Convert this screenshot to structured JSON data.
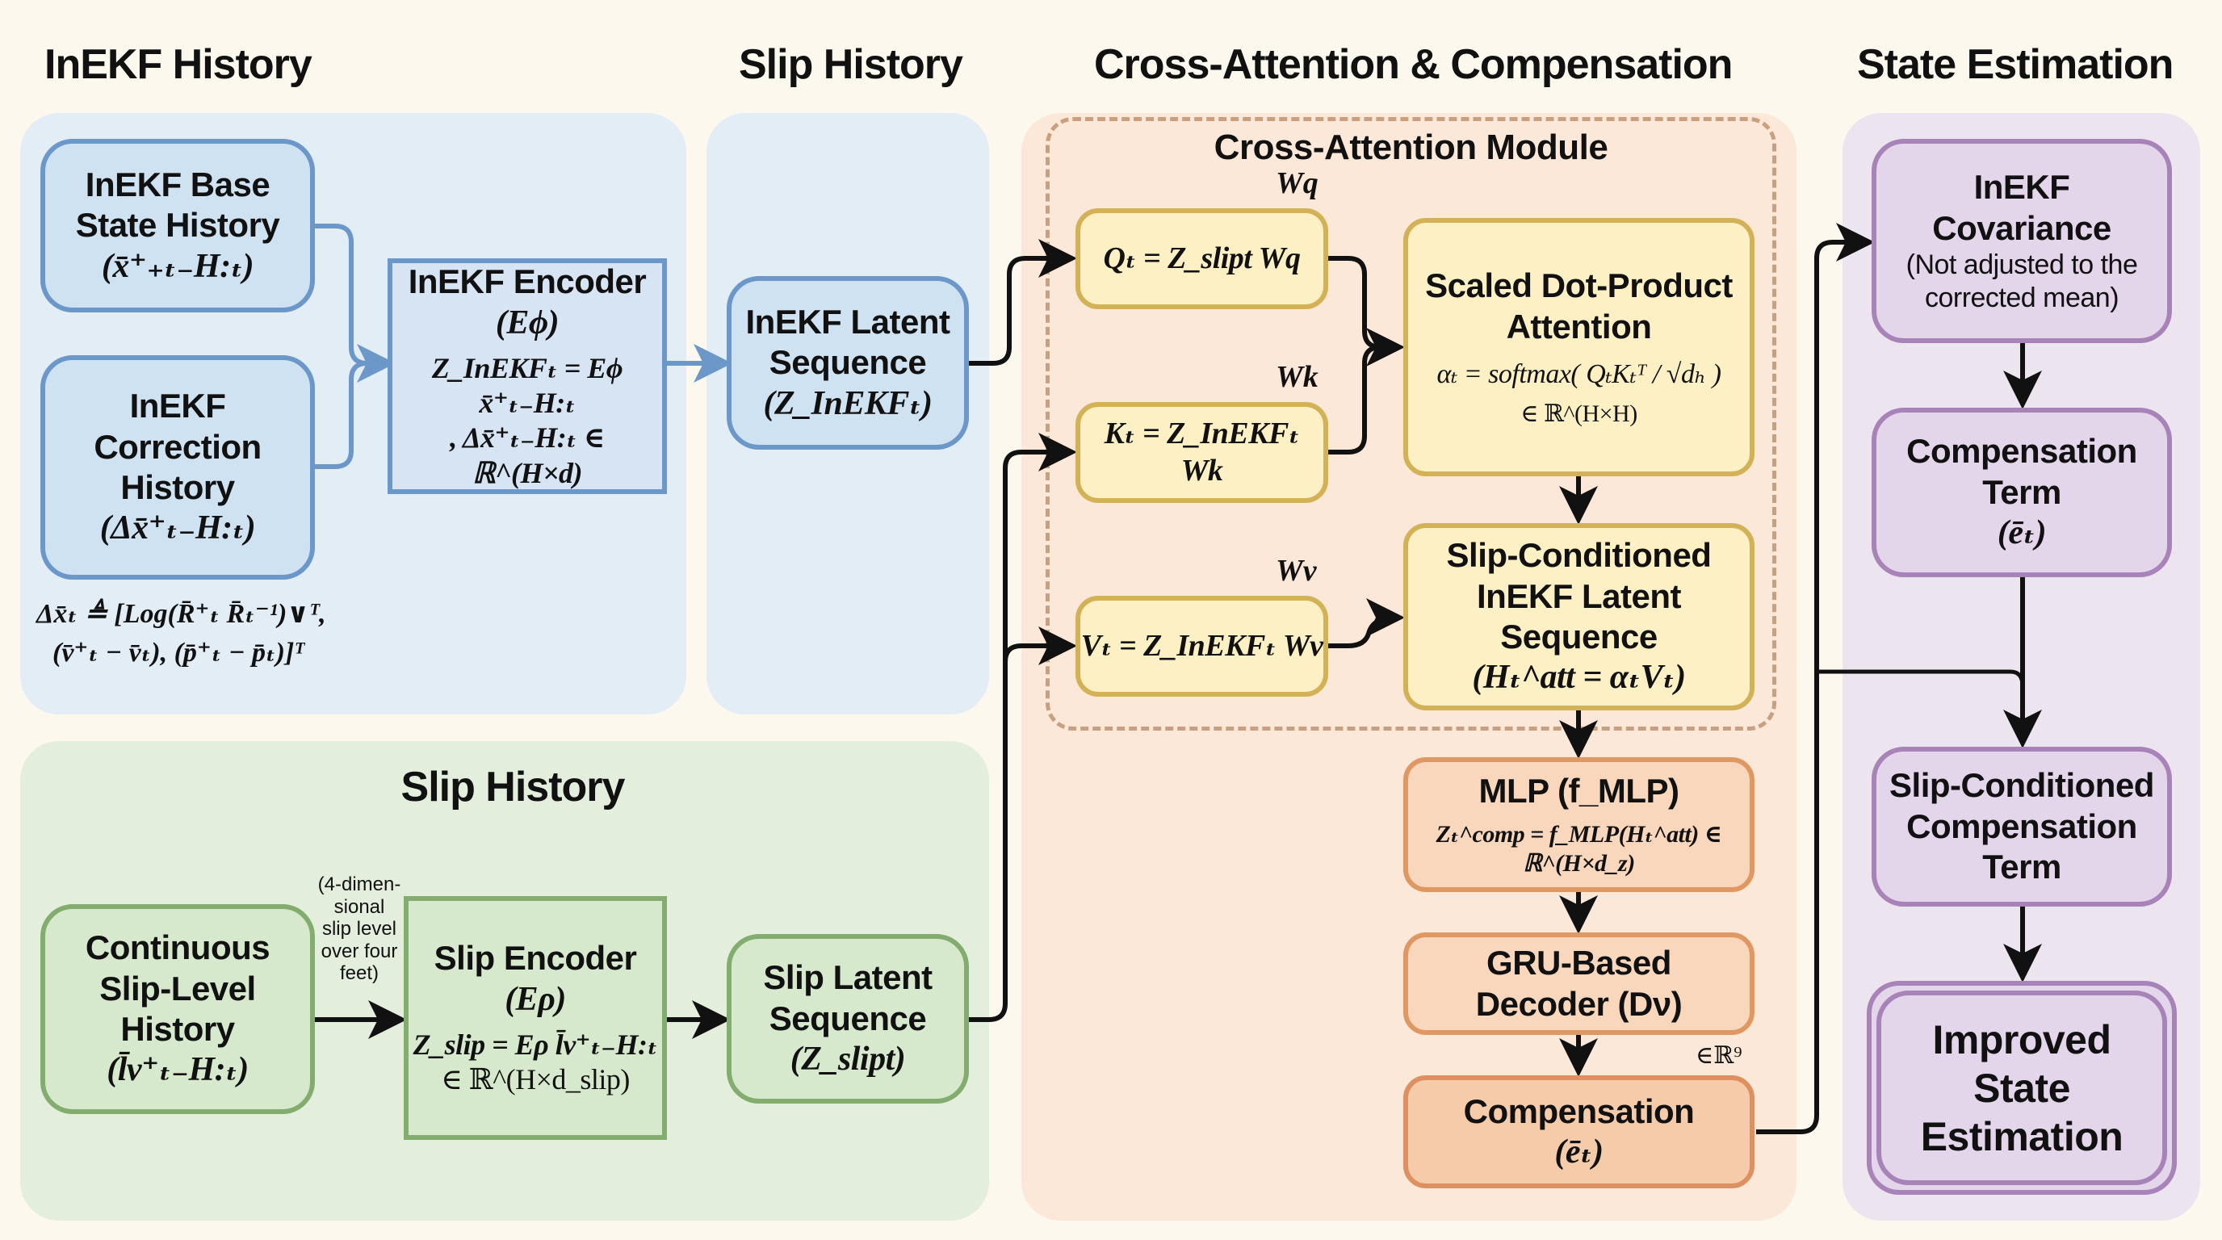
{
  "headers": {
    "inekf_history": "InEKF History",
    "slip_history": "Slip History",
    "cross_attention": "Cross-Attention & Compensation",
    "state_estimation": "State Estimation"
  },
  "inekf": {
    "base_state": {
      "line1": "InEKF Base",
      "line2": "State History",
      "symbol": "(x̄⁺₊ₜ₋H:ₜ)"
    },
    "correction": {
      "line1": "InEKF",
      "line2": "Correction",
      "line3": "History",
      "symbol": "(Δx̄⁺ₜ₋H:ₜ)"
    },
    "correction_def_line1": "Δx̄ₜ ≜ [Log(R̄⁺ₜ R̄ₜ⁻¹)∨ᵀ,",
    "correction_def_line2": "(v̄⁺ₜ − v̄ₜ), (p̄⁺ₜ − p̄ₜ)]ᵀ",
    "encoder": {
      "title": "InEKF Encoder",
      "symbol": "(Eϕ)",
      "formula1": "Z_InEKFₜ = Eϕ x̄⁺ₜ₋H:ₜ",
      "formula2": ", Δx̄⁺ₜ₋H:ₜ ∈ ℝ^(H×d)"
    },
    "latent": {
      "line1": "InEKF Latent",
      "line2": "Sequence",
      "symbol": "(Z_InEKFₜ)"
    }
  },
  "slip": {
    "section_title": "Slip History",
    "continuous": {
      "line1": "Continuous",
      "line2": "Slip-Level",
      "line3": "History",
      "symbol": "(l̄v⁺ₜ₋H:ₜ)"
    },
    "note": [
      "(4-dimen-",
      "sional",
      "slip level",
      "over four",
      "feet)"
    ],
    "encoder": {
      "title": "Slip Encoder",
      "symbol": "(Eρ)",
      "formula1": "Z_slip = Eρ l̄v⁺ₜ₋H:ₜ",
      "formula2": "∈ ℝ^(H×d_slip)"
    },
    "latent": {
      "line1": "Slip Latent",
      "line2": "Sequence",
      "symbol": "(Z_slipt)"
    }
  },
  "cross_attention": {
    "module_title": "Cross-Attention Module",
    "wq": "Wq",
    "wk": "Wk",
    "wv": "Wv",
    "q": "Qₜ = Z_slipt Wq",
    "k": "Kₜ = Z_InEKFₜ Wk",
    "v": "Vₜ = Z_InEKFₜ Wv",
    "sdpa": {
      "line1": "Scaled Dot-Product",
      "line2": "Attention",
      "formula": "αₜ = softmax( QₜKₜᵀ / √dₕ )",
      "space": "∈ ℝ^(H×H)"
    },
    "slip_cond": {
      "line1": "Slip-Conditioned",
      "line2": "InEKF Latent",
      "line3": "Sequence",
      "formula": "(Hₜ^att = αₜVₜ)"
    },
    "mlp": {
      "title": "MLP (f_MLP)",
      "formula": "Zₜ^comp = f_MLP(Hₜ^att) ∈ ℝ^(H×d_z)"
    },
    "gru": {
      "line1": "GRU-Based",
      "line2": "Decoder (Dν)"
    },
    "r9": "∈ℝ⁹",
    "compensation": {
      "line1": "Compensation",
      "symbol": "(ēₜ)"
    }
  },
  "state_estimation": {
    "covariance": {
      "line1": "InEKF",
      "line2": "Covariance",
      "note1": "(Not adjusted to the",
      "note2": "corrected mean)"
    },
    "comp_term": {
      "line1": "Compensation",
      "line2": "Term",
      "symbol": "(ēₜ)"
    },
    "slip_comp": {
      "line1": "Slip-Conditioned",
      "line2": "Compensation",
      "line3": "Term"
    },
    "improved": {
      "line1": "Improved",
      "line2": "State",
      "line3": "Estimation"
    }
  },
  "colors": {
    "background": "#fcf8ee",
    "inekf_panel": "#e3edf6",
    "slip_panel": "#e4eedc",
    "cross_panel": "#fbe8d8",
    "state_panel": "#ece4ef",
    "blue_stroke": "#6b97c9",
    "green_stroke": "#82ad6e",
    "yellow_stroke": "#d3b156",
    "orange_stroke": "#df9862",
    "purple_stroke": "#a783b8"
  }
}
